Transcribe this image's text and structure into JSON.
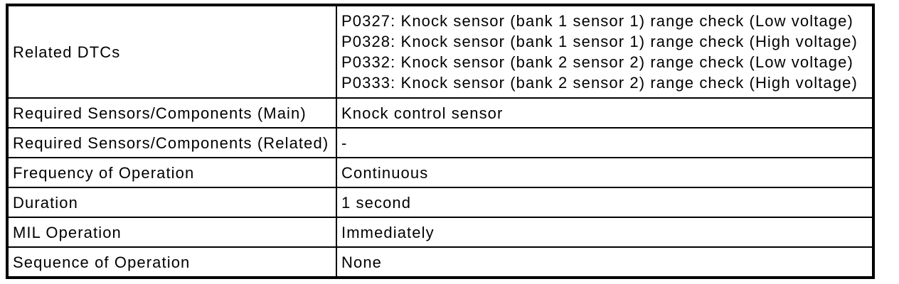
{
  "table": {
    "rows": [
      {
        "label": "Related DTCs",
        "value_lines": [
          "P0327: Knock sensor (bank 1 sensor 1) range check (Low voltage)",
          "P0328: Knock sensor (bank 1 sensor 1) range check (High voltage)",
          "P0332: Knock sensor (bank 2 sensor 2) range check (Low voltage)",
          "P0333: Knock sensor (bank 2 sensor 2) range check (High voltage)"
        ]
      },
      {
        "label": "Required Sensors/Components (Main)",
        "value_lines": [
          "Knock control sensor"
        ]
      },
      {
        "label": "Required Sensors/Components (Related)",
        "value_lines": [
          "-"
        ]
      },
      {
        "label": "Frequency of Operation",
        "value_lines": [
          "Continuous"
        ]
      },
      {
        "label": "Duration",
        "value_lines": [
          "1 second"
        ]
      },
      {
        "label": "MIL Operation",
        "value_lines": [
          "Immediately"
        ]
      },
      {
        "label": "Sequence of Operation",
        "value_lines": [
          "None"
        ]
      }
    ]
  },
  "colors": {
    "border": "#000000",
    "text": "#000000",
    "page_background": "#ffffff"
  }
}
